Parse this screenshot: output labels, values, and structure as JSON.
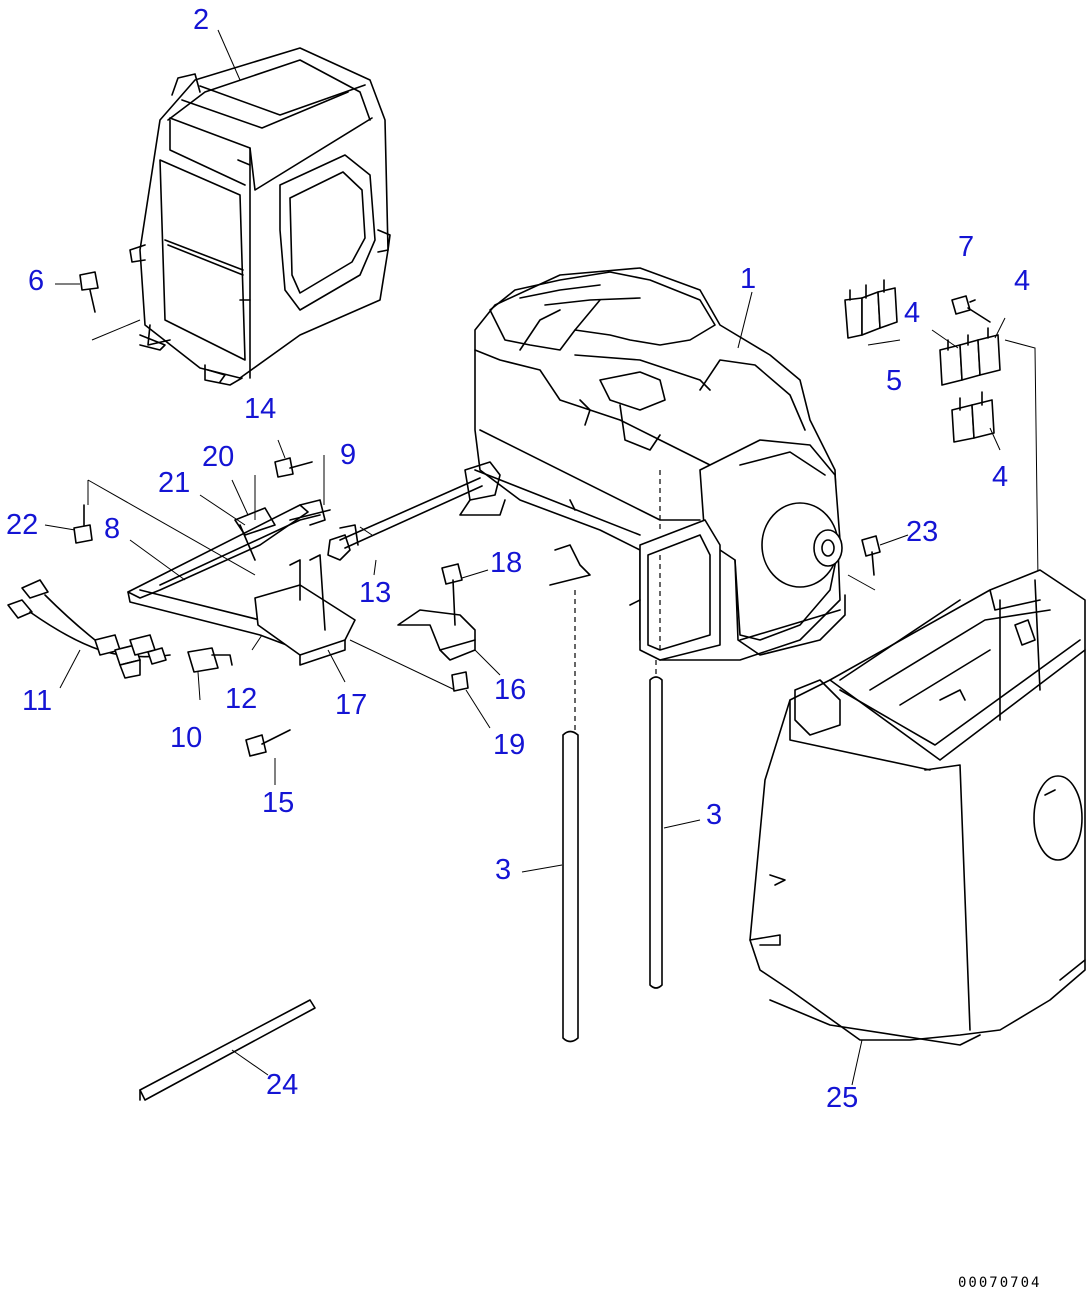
{
  "diagram": {
    "labels": [
      {
        "id": "1",
        "text": "1"
      },
      {
        "id": "2",
        "text": "2"
      },
      {
        "id": "3a",
        "text": "3"
      },
      {
        "id": "3b",
        "text": "3"
      },
      {
        "id": "4a",
        "text": "4"
      },
      {
        "id": "4b",
        "text": "4"
      },
      {
        "id": "4c",
        "text": "4"
      },
      {
        "id": "5",
        "text": "5"
      },
      {
        "id": "6",
        "text": "6"
      },
      {
        "id": "7",
        "text": "7"
      },
      {
        "id": "8",
        "text": "8"
      },
      {
        "id": "9",
        "text": "9"
      },
      {
        "id": "10",
        "text": "10"
      },
      {
        "id": "11",
        "text": "11"
      },
      {
        "id": "12",
        "text": "12"
      },
      {
        "id": "13",
        "text": "13"
      },
      {
        "id": "14",
        "text": "14"
      },
      {
        "id": "15",
        "text": "15"
      },
      {
        "id": "16",
        "text": "16"
      },
      {
        "id": "17",
        "text": "17"
      },
      {
        "id": "18",
        "text": "18"
      },
      {
        "id": "19",
        "text": "19"
      },
      {
        "id": "20",
        "text": "20"
      },
      {
        "id": "21",
        "text": "21"
      },
      {
        "id": "22",
        "text": "22"
      },
      {
        "id": "23",
        "text": "23"
      },
      {
        "id": "24",
        "text": "24"
      },
      {
        "id": "25",
        "text": "25"
      }
    ],
    "doc_id": "00070704",
    "label_color": "#1414d4"
  }
}
